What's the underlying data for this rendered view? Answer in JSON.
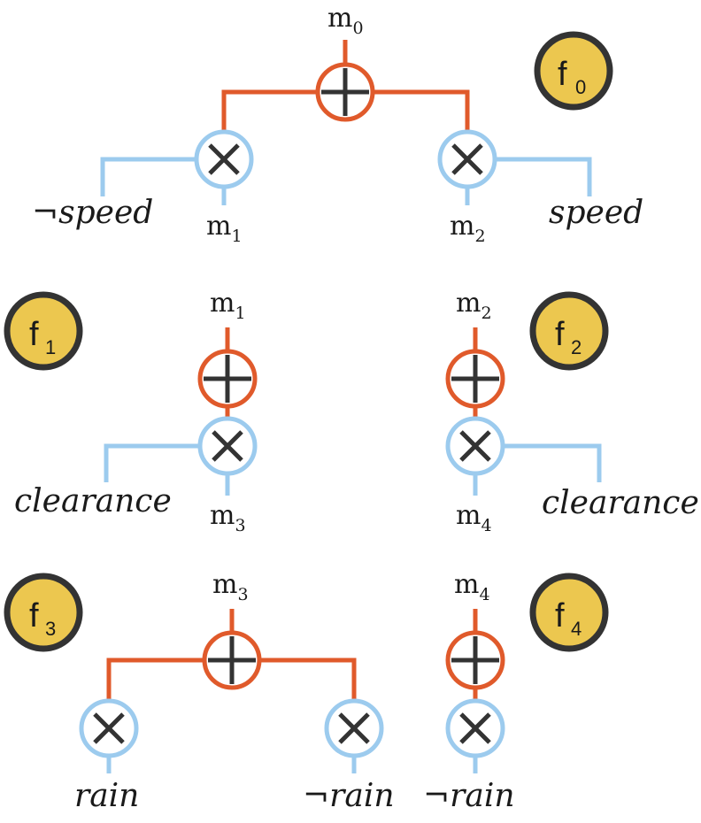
{
  "colors": {
    "sum_node": "#e05a2b",
    "product_node": "#9ccbee",
    "factor_badge_fill": "#ecc74f",
    "factor_badge_border": "#333333"
  },
  "factors": [
    {
      "letter": "f",
      "sub": "0"
    },
    {
      "letter": "f",
      "sub": "1"
    },
    {
      "letter": "f",
      "sub": "2"
    },
    {
      "letter": "f",
      "sub": "3"
    },
    {
      "letter": "f",
      "sub": "4"
    }
  ],
  "messages": {
    "m0": {
      "base": "m",
      "sub": "0"
    },
    "m1": {
      "base": "m",
      "sub": "1"
    },
    "m2": {
      "base": "m",
      "sub": "2"
    },
    "m3": {
      "base": "m",
      "sub": "3"
    },
    "m4": {
      "base": "m",
      "sub": "4"
    }
  },
  "variables": {
    "not_speed": "¬speed",
    "speed": "speed",
    "clearance": "clearance",
    "rain": "rain",
    "not_rain": "¬rain"
  },
  "node_types": {
    "sum": "plus-symbol",
    "product": "times-symbol"
  }
}
